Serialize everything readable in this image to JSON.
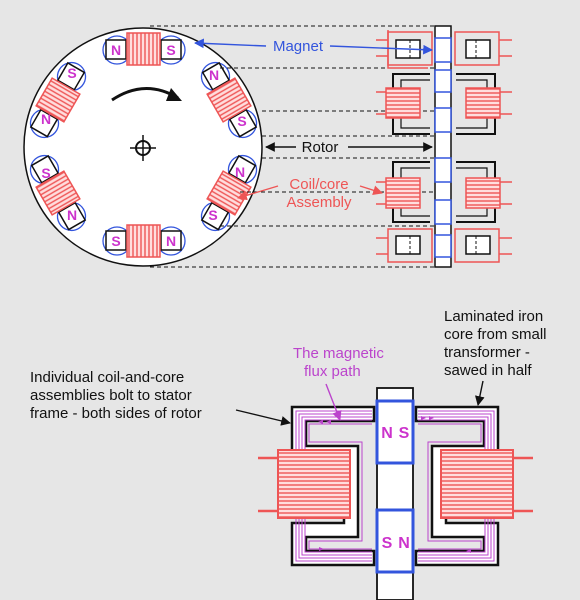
{
  "colors": {
    "background": "#e6e6e6",
    "magnet_blue": "#3355dd",
    "coil_red": "#ee5555",
    "pole_purple": "#cc33cc",
    "flux_purple": "#bb44cc",
    "black": "#111111"
  },
  "icons": [
    "rotation-arrow-icon",
    "center-shaft-icon"
  ],
  "top_figure": {
    "labels": {
      "magnet": "Magnet",
      "rotor": "Rotor",
      "coil_line1": "Coil/core",
      "coil_line2": "Assembly"
    },
    "poles": {
      "north": "N",
      "south": "S"
    }
  },
  "bottom_figure": {
    "left_note": [
      "Individual coil-and-core",
      "assemblies bolt to stator",
      "frame - both sides of rotor"
    ],
    "flux_note": [
      "The magnetic",
      "flux path"
    ],
    "core_note": [
      "Laminated iron",
      "core from small",
      "transformer -",
      "sawed in half"
    ],
    "upper_magnet": [
      "N",
      "S"
    ],
    "lower_magnet": [
      "S",
      "N"
    ]
  }
}
